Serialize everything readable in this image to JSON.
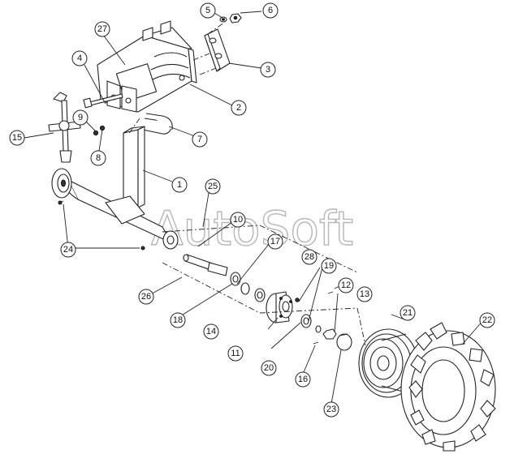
{
  "watermark": "AutoSoft",
  "colors": {
    "line": "#222222",
    "watermark": "#b7b7b7",
    "background": "#ffffff"
  },
  "callouts": [
    "1",
    "2",
    "3",
    "4",
    "5",
    "6",
    "7",
    "8",
    "9",
    "10",
    "11",
    "12",
    "13",
    "14",
    "15",
    "16",
    "17",
    "18",
    "19",
    "20",
    "21",
    "22",
    "23",
    "24",
    "25",
    "26",
    "27",
    "28"
  ]
}
